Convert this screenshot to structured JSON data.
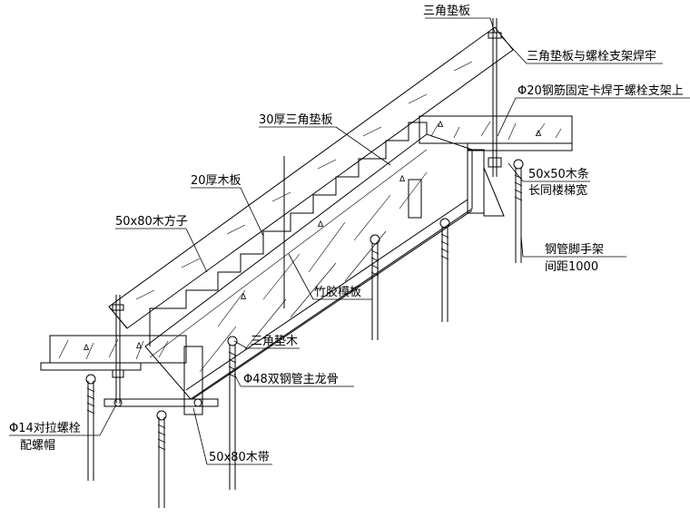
{
  "labels": {
    "triangle_pad_plate": "三角垫板",
    "pad_weld_note": "三角垫板与螺栓支架焊牢",
    "rebar_fix_note": "Φ20钢筋固定卡焊于螺栓支架上",
    "triangle_pad_30": "30厚三角垫板",
    "wood_board_20": "20厚木板",
    "square_timber": "50x80木方子",
    "timber_strip_line1": "50x50木条",
    "timber_strip_line2": "长同楼梯宽",
    "scaffold_line1": "钢管脚手架",
    "scaffold_line2": "间距1000",
    "bamboo_formwork": "竹胶模板",
    "triangle_pad_wood": "三角垫木",
    "double_steel_joist": "Φ48双钢管主龙骨",
    "tie_bolt_line1": "Φ14对拉螺栓",
    "tie_bolt_line2": "配螺帽",
    "timber_band": "50x80木带"
  }
}
